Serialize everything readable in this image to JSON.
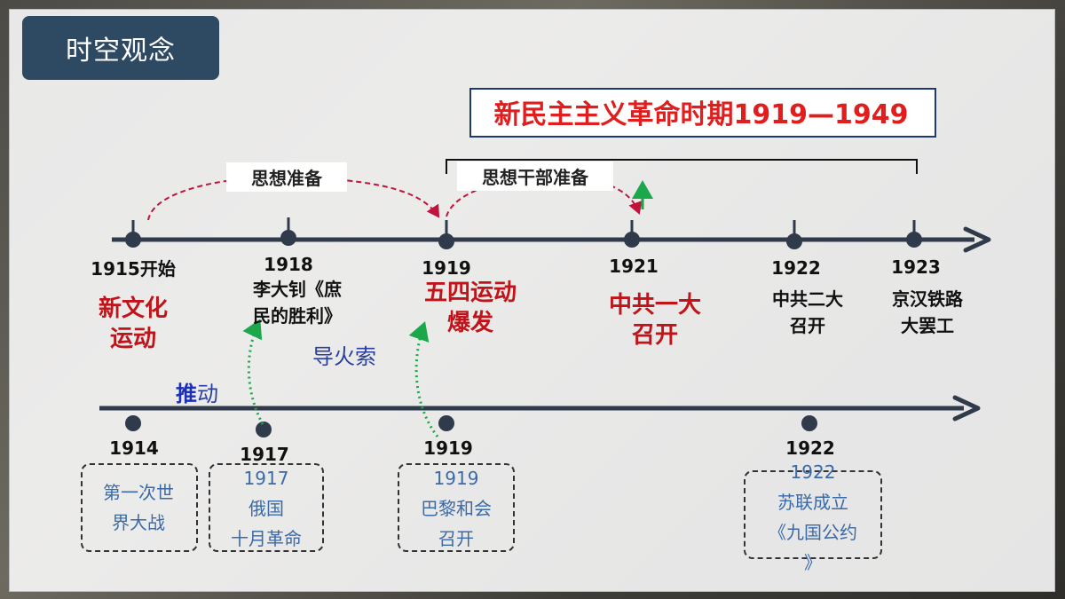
{
  "header": {
    "title": "时空观念"
  },
  "banner": {
    "text": "新民主主义革命时期1919—1949"
  },
  "annotations": {
    "thought_prep": "思想准备",
    "thought_cadre_prep": "思想干部准备",
    "fuse": "导火索",
    "push_a": "推",
    "push_b": "动"
  },
  "top_timeline": [
    {
      "year": "1915开始",
      "event": [
        "新文化",
        "运动"
      ],
      "style": "red"
    },
    {
      "year": "1918",
      "event": [
        "李大钊《庶",
        "民的胜利》"
      ],
      "style": "black"
    },
    {
      "year": "1919",
      "event": [
        "五四运动",
        "爆发"
      ],
      "style": "red"
    },
    {
      "year": "1921",
      "event": [
        "中共一大",
        "召开"
      ],
      "style": "red"
    },
    {
      "year": "1922",
      "event": [
        "中共二大",
        "召开"
      ],
      "style": "black"
    },
    {
      "year": "1923",
      "event": [
        "京汉铁路",
        "大罢工"
      ],
      "style": "black"
    }
  ],
  "bottom_timeline": [
    {
      "year": "1914",
      "box": [
        "第一次世",
        "界大战"
      ]
    },
    {
      "year": "1917",
      "box": [
        "1917",
        "俄国",
        "十月革命"
      ]
    },
    {
      "year": "1919",
      "box": [
        "1919",
        "巴黎和会",
        "召开"
      ]
    },
    {
      "year": "1922",
      "box": [
        "1922",
        "苏联成立",
        "《九国公约",
        "》"
      ]
    }
  ],
  "colors": {
    "title_bg": "#2e4a63",
    "red": "#c0141a",
    "blue_text": "#3a6aa8",
    "axis": "#2f3a4a",
    "dash_red": "#c0143c",
    "dot_green": "#1aa84a"
  }
}
